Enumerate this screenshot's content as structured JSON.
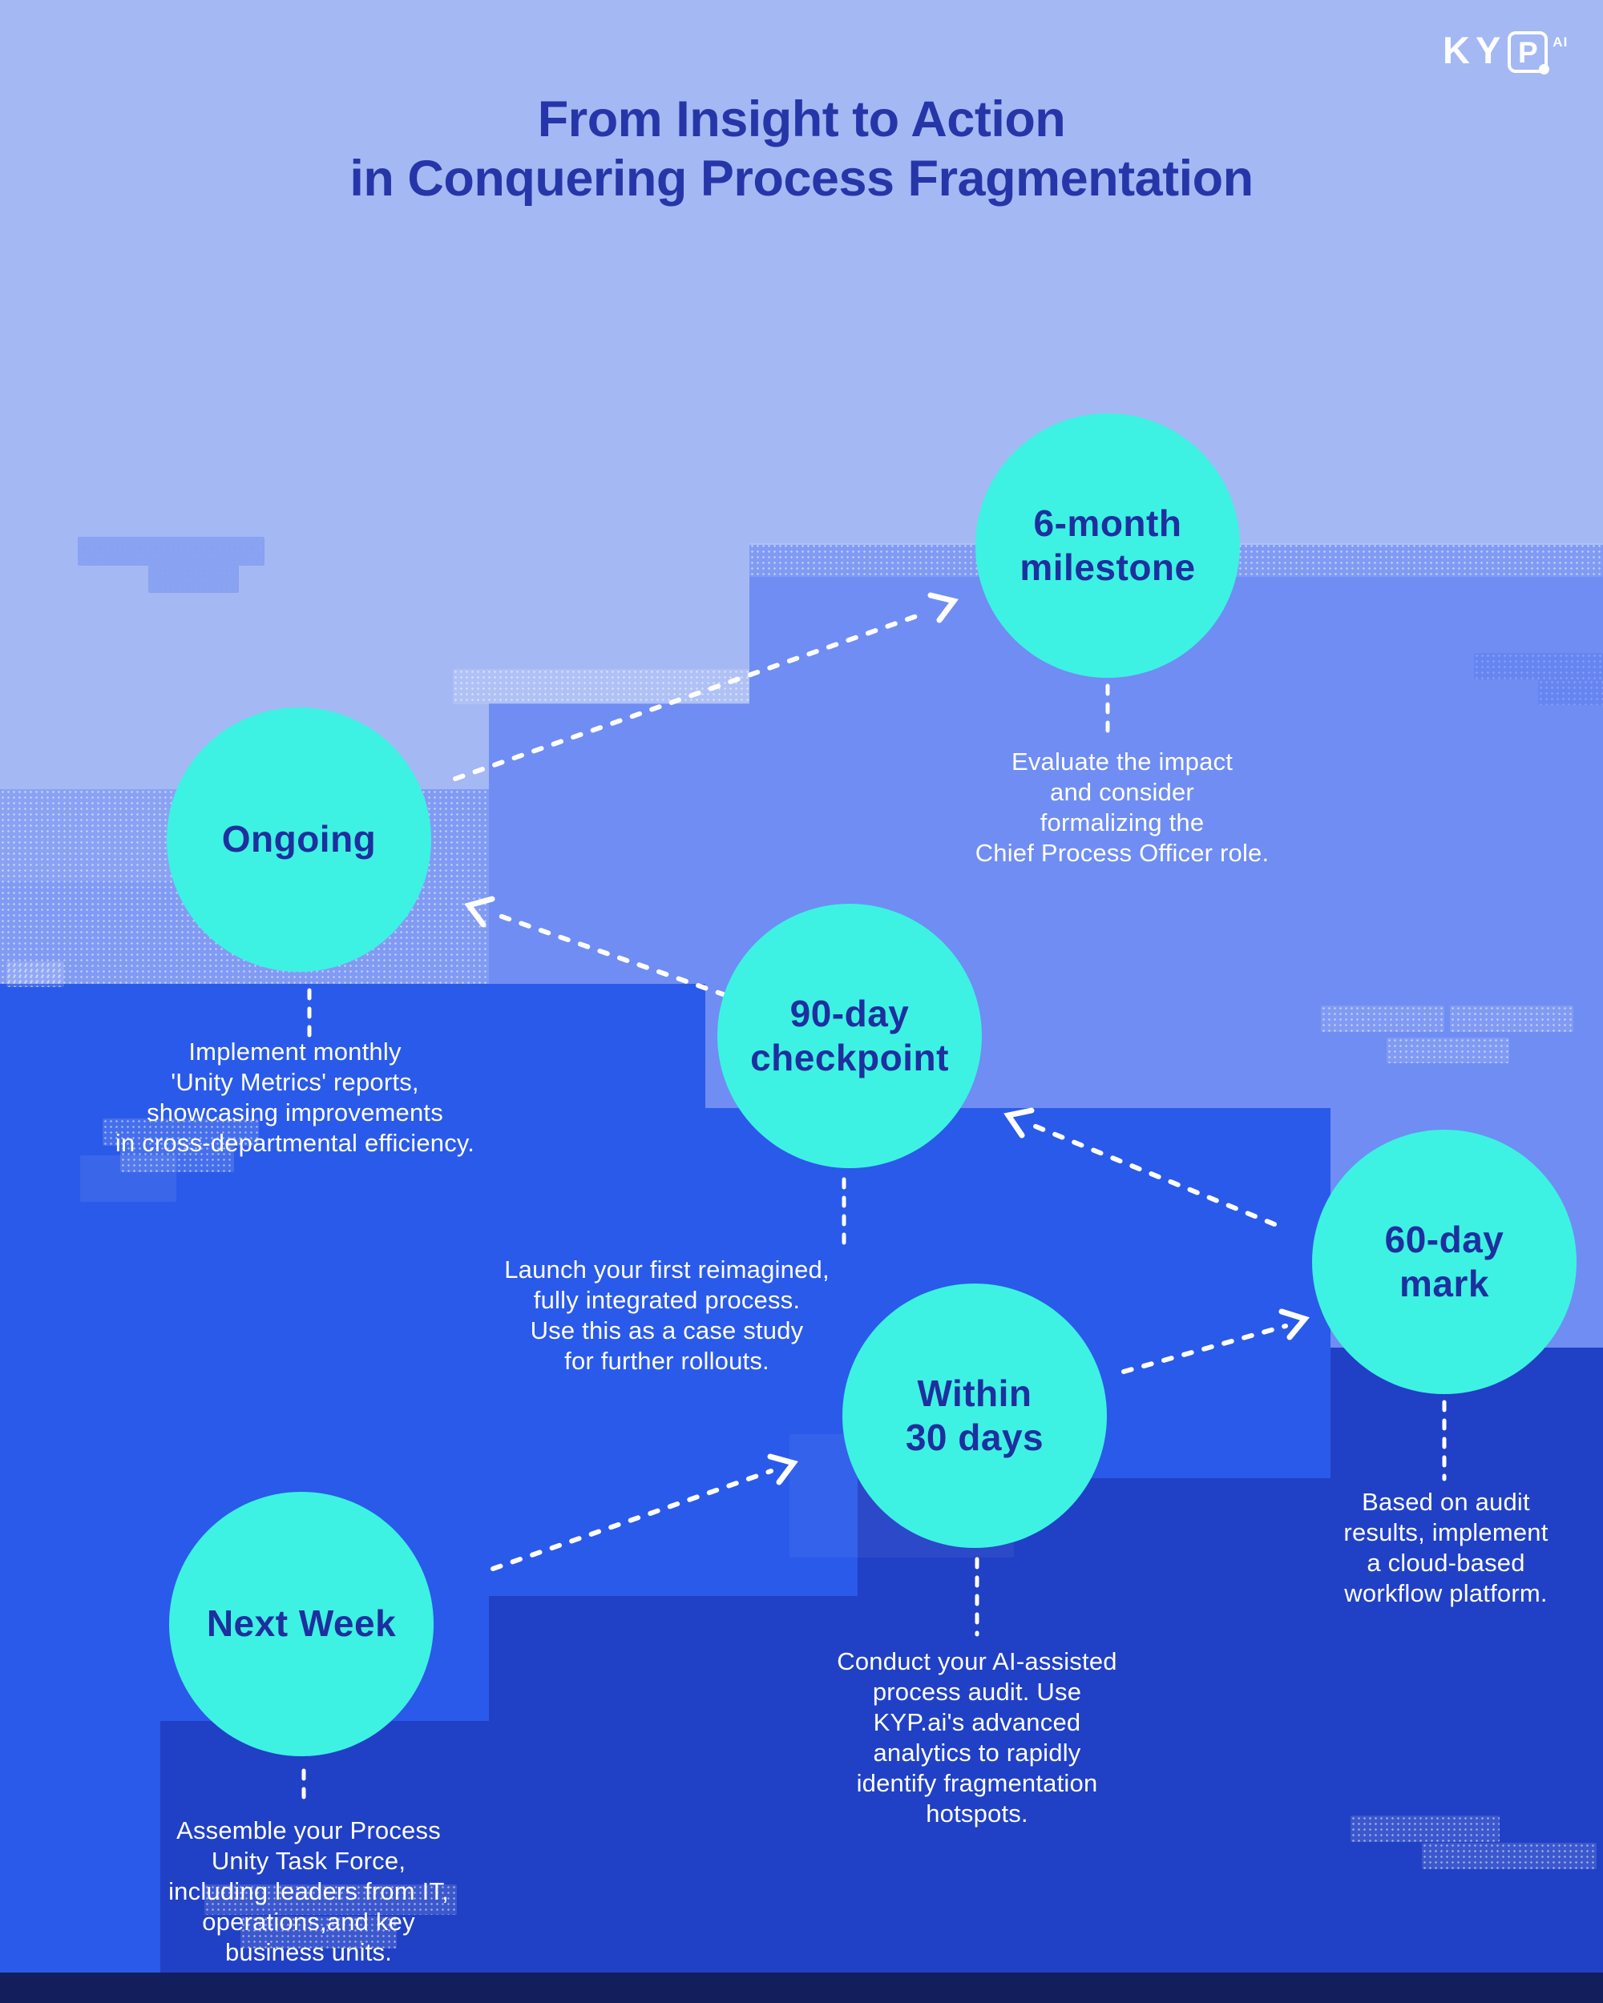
{
  "logo": {
    "ky": "KY",
    "p": "P",
    "suffix": "AI"
  },
  "title": {
    "line1": "From Insight to Action",
    "line2": "in Conquering Process Fragmentation"
  },
  "milestones": [
    {
      "id": "next-week",
      "label": "Next Week",
      "description": "Assemble your Process\nUnity Task Force,\nincluding leaders from IT,\noperations,and key\nbusiness units."
    },
    {
      "id": "within-30-days",
      "label": "Within\n30 days",
      "description": "Conduct your AI-assisted\nprocess audit. Use\nKYP.ai's advanced\nanalytics to rapidly\nidentify fragmentation\nhotspots."
    },
    {
      "id": "60-day-mark",
      "label": "60-day\nmark",
      "description": "Based on audit\nresults, implement\na cloud-based\nworkflow platform."
    },
    {
      "id": "90-day-checkpoint",
      "label": "90-day\ncheckpoint",
      "description": "Launch your first reimagined,\nfully integrated process.\nUse this as a case study\nfor further rollouts."
    },
    {
      "id": "6-month-milestone",
      "label": "6-month\nmilestone",
      "description": "Evaluate the impact\nand consider\nformalizing the\nChief Process Officer role."
    },
    {
      "id": "ongoing",
      "label": "Ongoing",
      "description": "Implement monthly\n'Unity Metrics' reports,\nshowcasing improvements\nin cross-departmental efficiency."
    }
  ],
  "palette": {
    "background_light": "#A4B8F4",
    "background_medium": "#6F8DF3",
    "background_strong": "#2A5AE9",
    "background_darker": "#2040C6",
    "background_navy": "#131F5C",
    "circle_fill": "#3DF2E2",
    "circle_text": "#1E2F9E",
    "title_text": "#2636A8",
    "body_text": "#FFFFFF"
  }
}
